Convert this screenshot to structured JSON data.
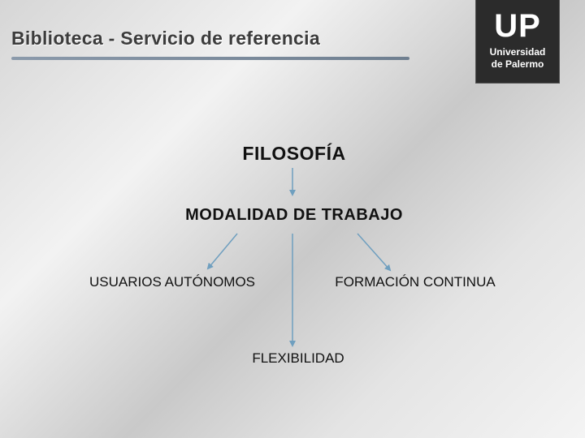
{
  "header": {
    "title": "Biblioteca - Servicio de referencia"
  },
  "logo": {
    "mark": "UP",
    "line1": "Universidad",
    "line2": "de Palermo"
  },
  "diagram": {
    "root": "FILOSOFÍA",
    "middle": "MODALIDAD DE TRABAJO",
    "children": {
      "left": "USUARIOS AUTÓNOMOS",
      "right": "FORMACIÓN CONTINUA",
      "bottom": "FLEXIBILIDAD"
    }
  },
  "colors": {
    "arrow": "#6f9fbf",
    "underline": "#7d8c9d",
    "logo_bg": "#2b2b2b"
  }
}
